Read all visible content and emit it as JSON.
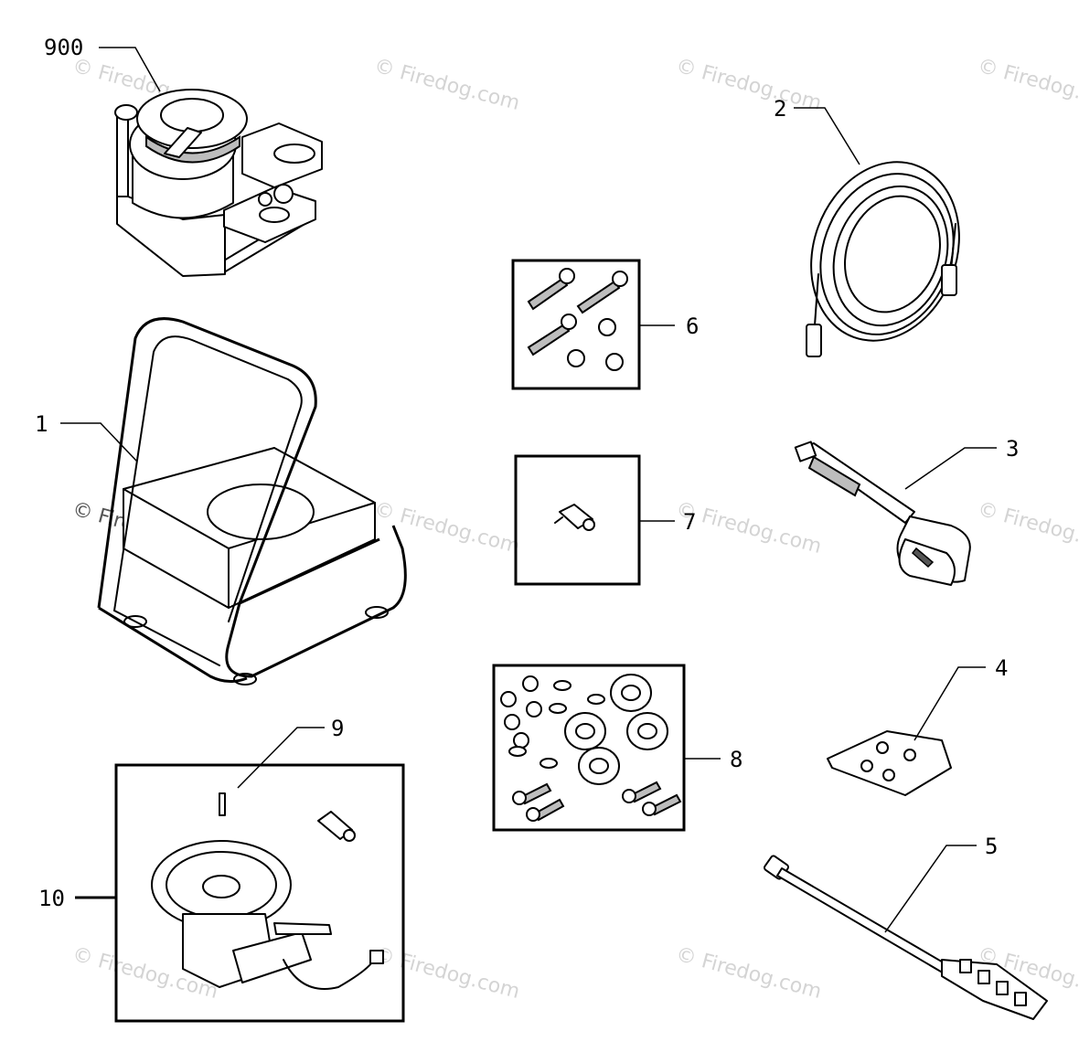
{
  "callouts": {
    "c900": "900",
    "c1": "1",
    "c2": "2",
    "c3": "3",
    "c4": "4",
    "c5": "5",
    "c6": "6",
    "c7": "7",
    "c8": "8",
    "c9": "9",
    "c10": "10"
  },
  "watermark": "© Firedog.com",
  "colors": {
    "ink": "#000000",
    "watermark": "#d4d4d4",
    "background": "#ffffff"
  }
}
